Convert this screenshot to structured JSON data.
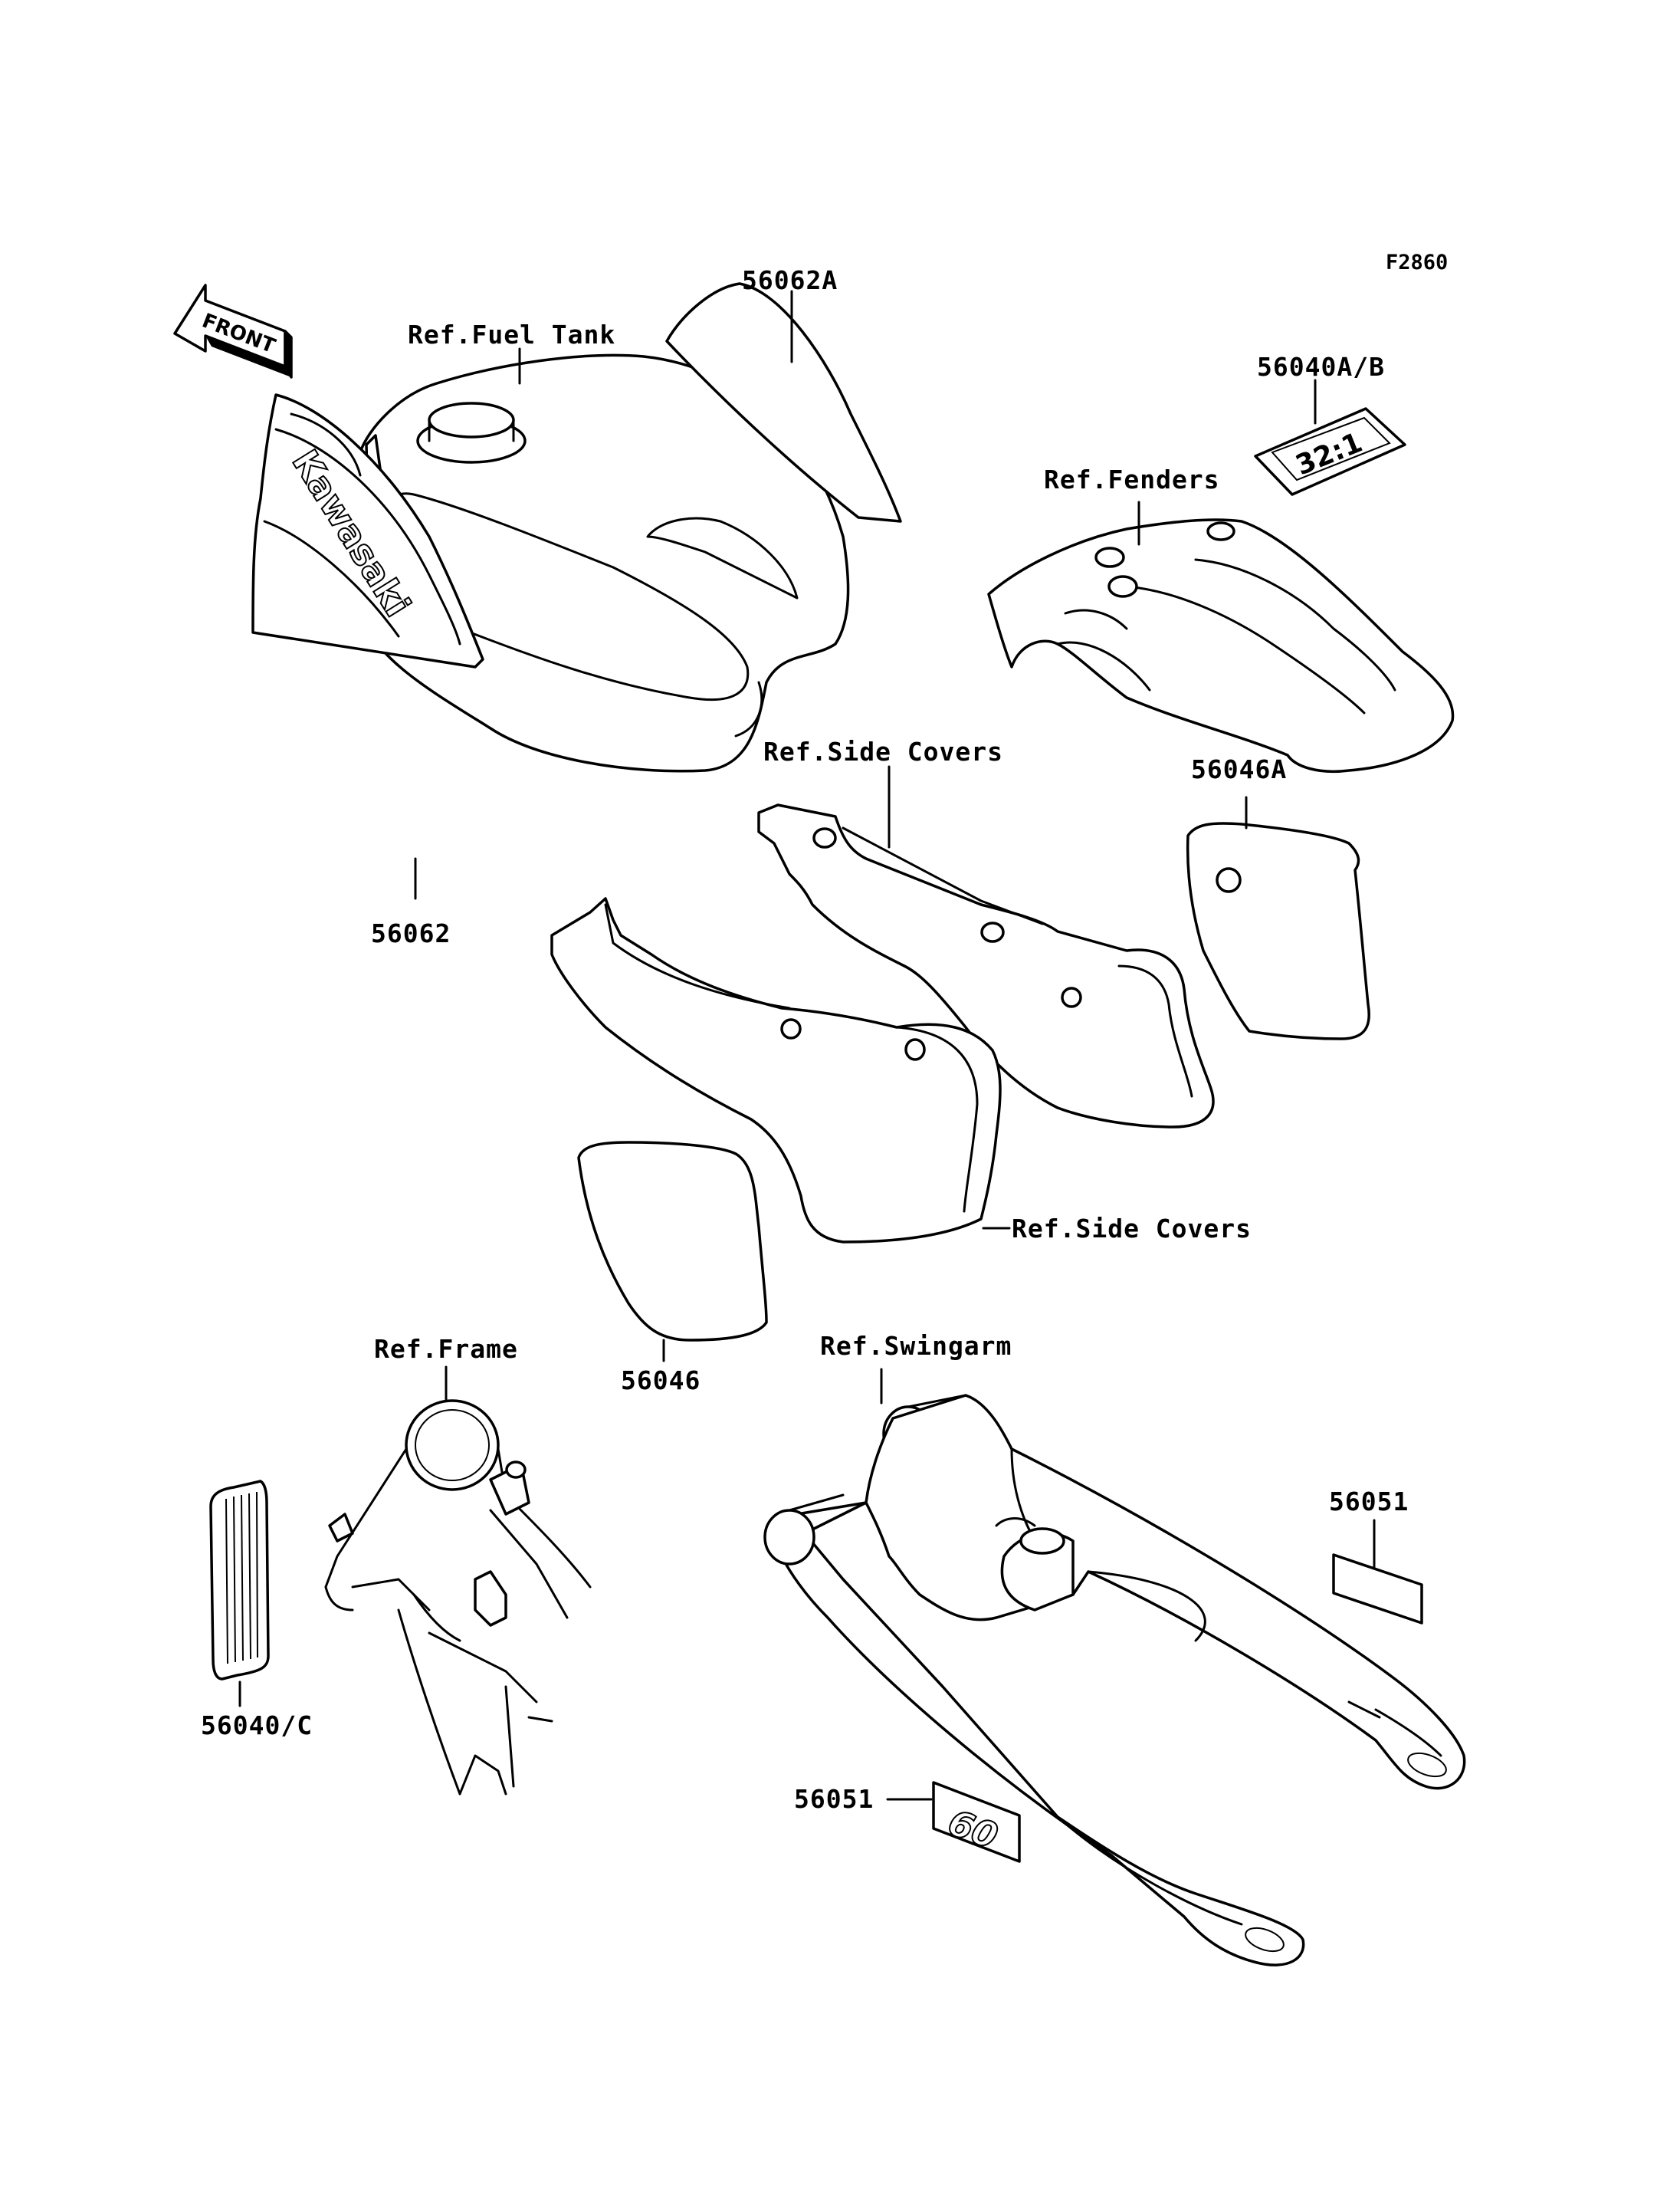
{
  "figure_code": "F2860",
  "front_arrow": {
    "text": "FRONT",
    "icon": "front-arrow-icon"
  },
  "callouts": {
    "p56062A": "56062A",
    "p56040AB": "56040A/B",
    "p56062": "56062",
    "p56046A": "56046A",
    "p56046": "56046",
    "p56051_upper": "56051",
    "p56051_lower": "56051",
    "p56040C": "56040/C"
  },
  "references": {
    "fuel_tank": "Ref.Fuel Tank",
    "fenders": "Ref.Fenders",
    "side_covers_upper": "Ref.Side Covers",
    "side_covers_lower": "Ref.Side Covers",
    "frame": "Ref.Frame",
    "swingarm": "Ref.Swingarm"
  },
  "decal_text": {
    "tank_brand": "Kawasaki",
    "fuel_ratio": "32:1",
    "swingarm_model": "60"
  }
}
